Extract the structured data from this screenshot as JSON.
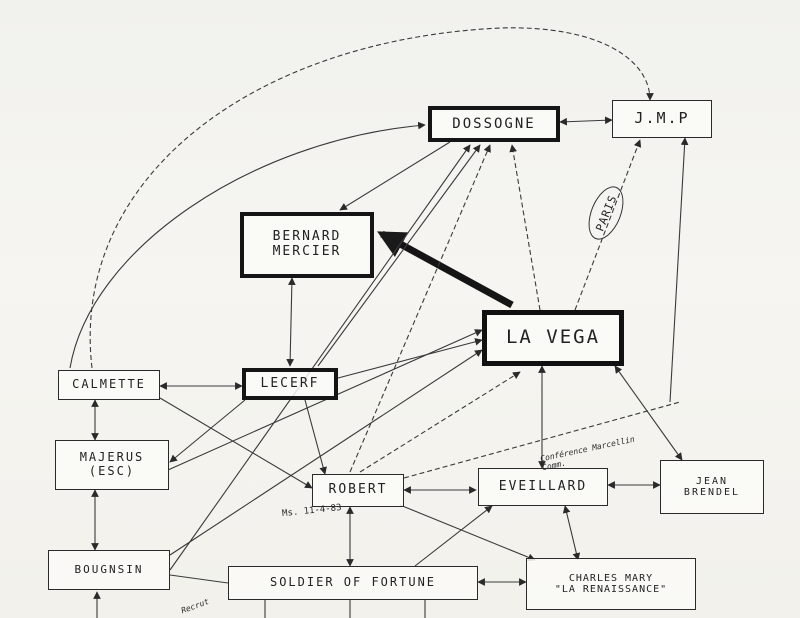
{
  "nodes": {
    "dossogne": "DOSSOGNE",
    "jmp": "J.M.P",
    "bernard_mercier": "BERNARD\nMERCIER",
    "la_vega": "LA VEGA",
    "calmette": "CALMETTE",
    "lecerf": "LECERF",
    "majerus": "MAJERUS\n(ESC)",
    "robert": "ROBERT",
    "eveillard": "EVEILLARD",
    "jean_brendel": "JEAN\nBRENDEL",
    "bougnsin": "BOUGNSIN",
    "soldier_of_fortune": "SOLDIER  OF  FORTUNE",
    "charles_mary": "CHARLES MARY\n\"LA RENAISSANCE\""
  },
  "annotations": {
    "paris": "PARIS",
    "robert_note": "Ms. 11-4-83",
    "eveillard_note": "Conférence Marcellin Comm.",
    "soldier_note": "Recrut"
  }
}
